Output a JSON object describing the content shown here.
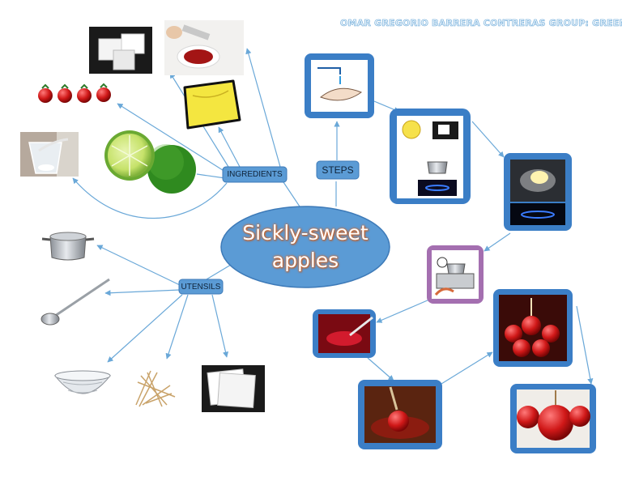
{
  "author": "OMAR GREGORIO BARRERA CONTRERAS GROUP: GREEN",
  "center": {
    "line1": "Sickly-sweet",
    "line2": "apples"
  },
  "branches": {
    "ingredients": "INGREDIENTS",
    "utensils": "UTENSILS",
    "steps": "STEPS"
  },
  "ingredient_items": [
    "sugar-cubes",
    "red-food-coloring",
    "butter-stick",
    "red-cherries",
    "glass-of-water",
    "limes"
  ],
  "utensil_items": [
    "cooking-pot",
    "ladle",
    "glass-bowl",
    "wooden-sticks",
    "wax-paper"
  ],
  "step_items": [
    "wash-hands",
    "gather-lemon-sugar-pot-stove",
    "melt-on-burner",
    "turn-off-stove",
    "dip-spoon-syrup",
    "dip-apple-in-syrup",
    "candied-apples-tray",
    "finished-candy-apples"
  ],
  "colors": {
    "node_fill": "#5b9bd5",
    "node_stroke": "#3d7ab8",
    "frame_stroke": "#3b7ec6",
    "connector": "#6aa8d8",
    "title_glow": "#d96a2b"
  }
}
